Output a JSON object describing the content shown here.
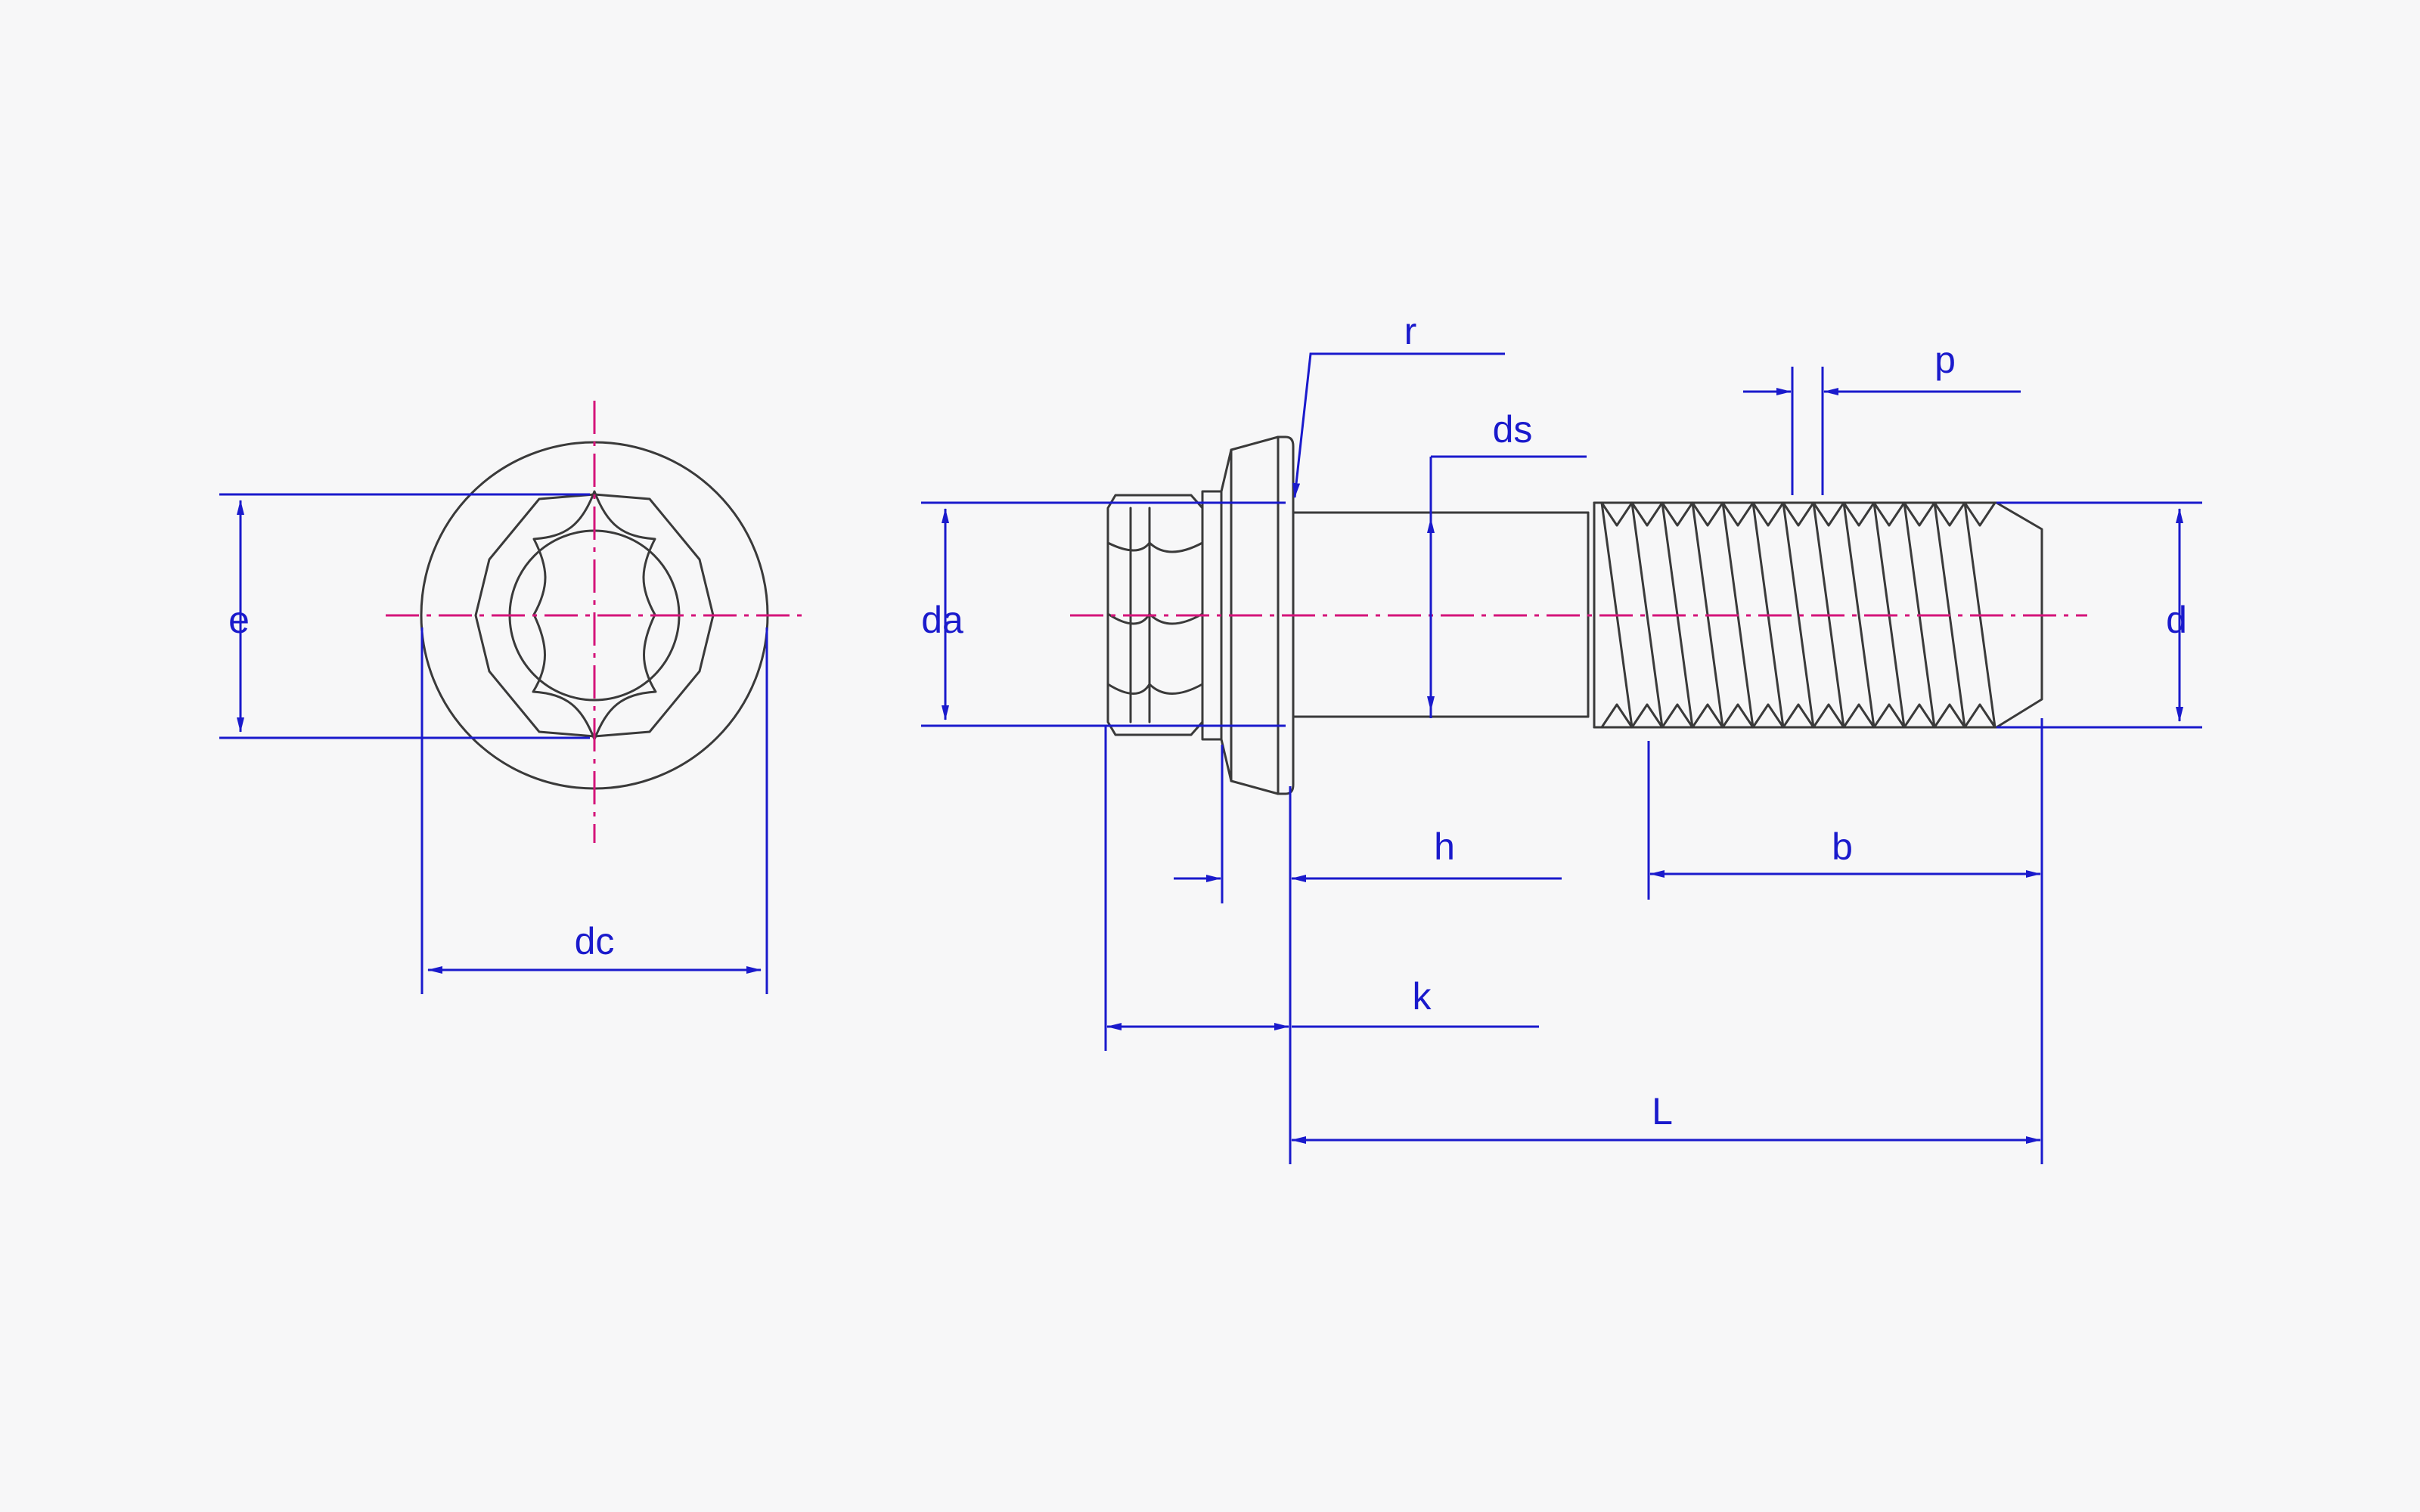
{
  "colors": {
    "background": "#f7f7f8",
    "outline": "#3a3a3a",
    "dimension": "#1a1acc",
    "centerline": "#d4147a"
  },
  "labels": {
    "e": "e",
    "dc": "dc",
    "da": "da",
    "r": "r",
    "ds": "ds",
    "p": "p",
    "d": "d",
    "h": "h",
    "b": "b",
    "k": "k",
    "L": "L"
  }
}
